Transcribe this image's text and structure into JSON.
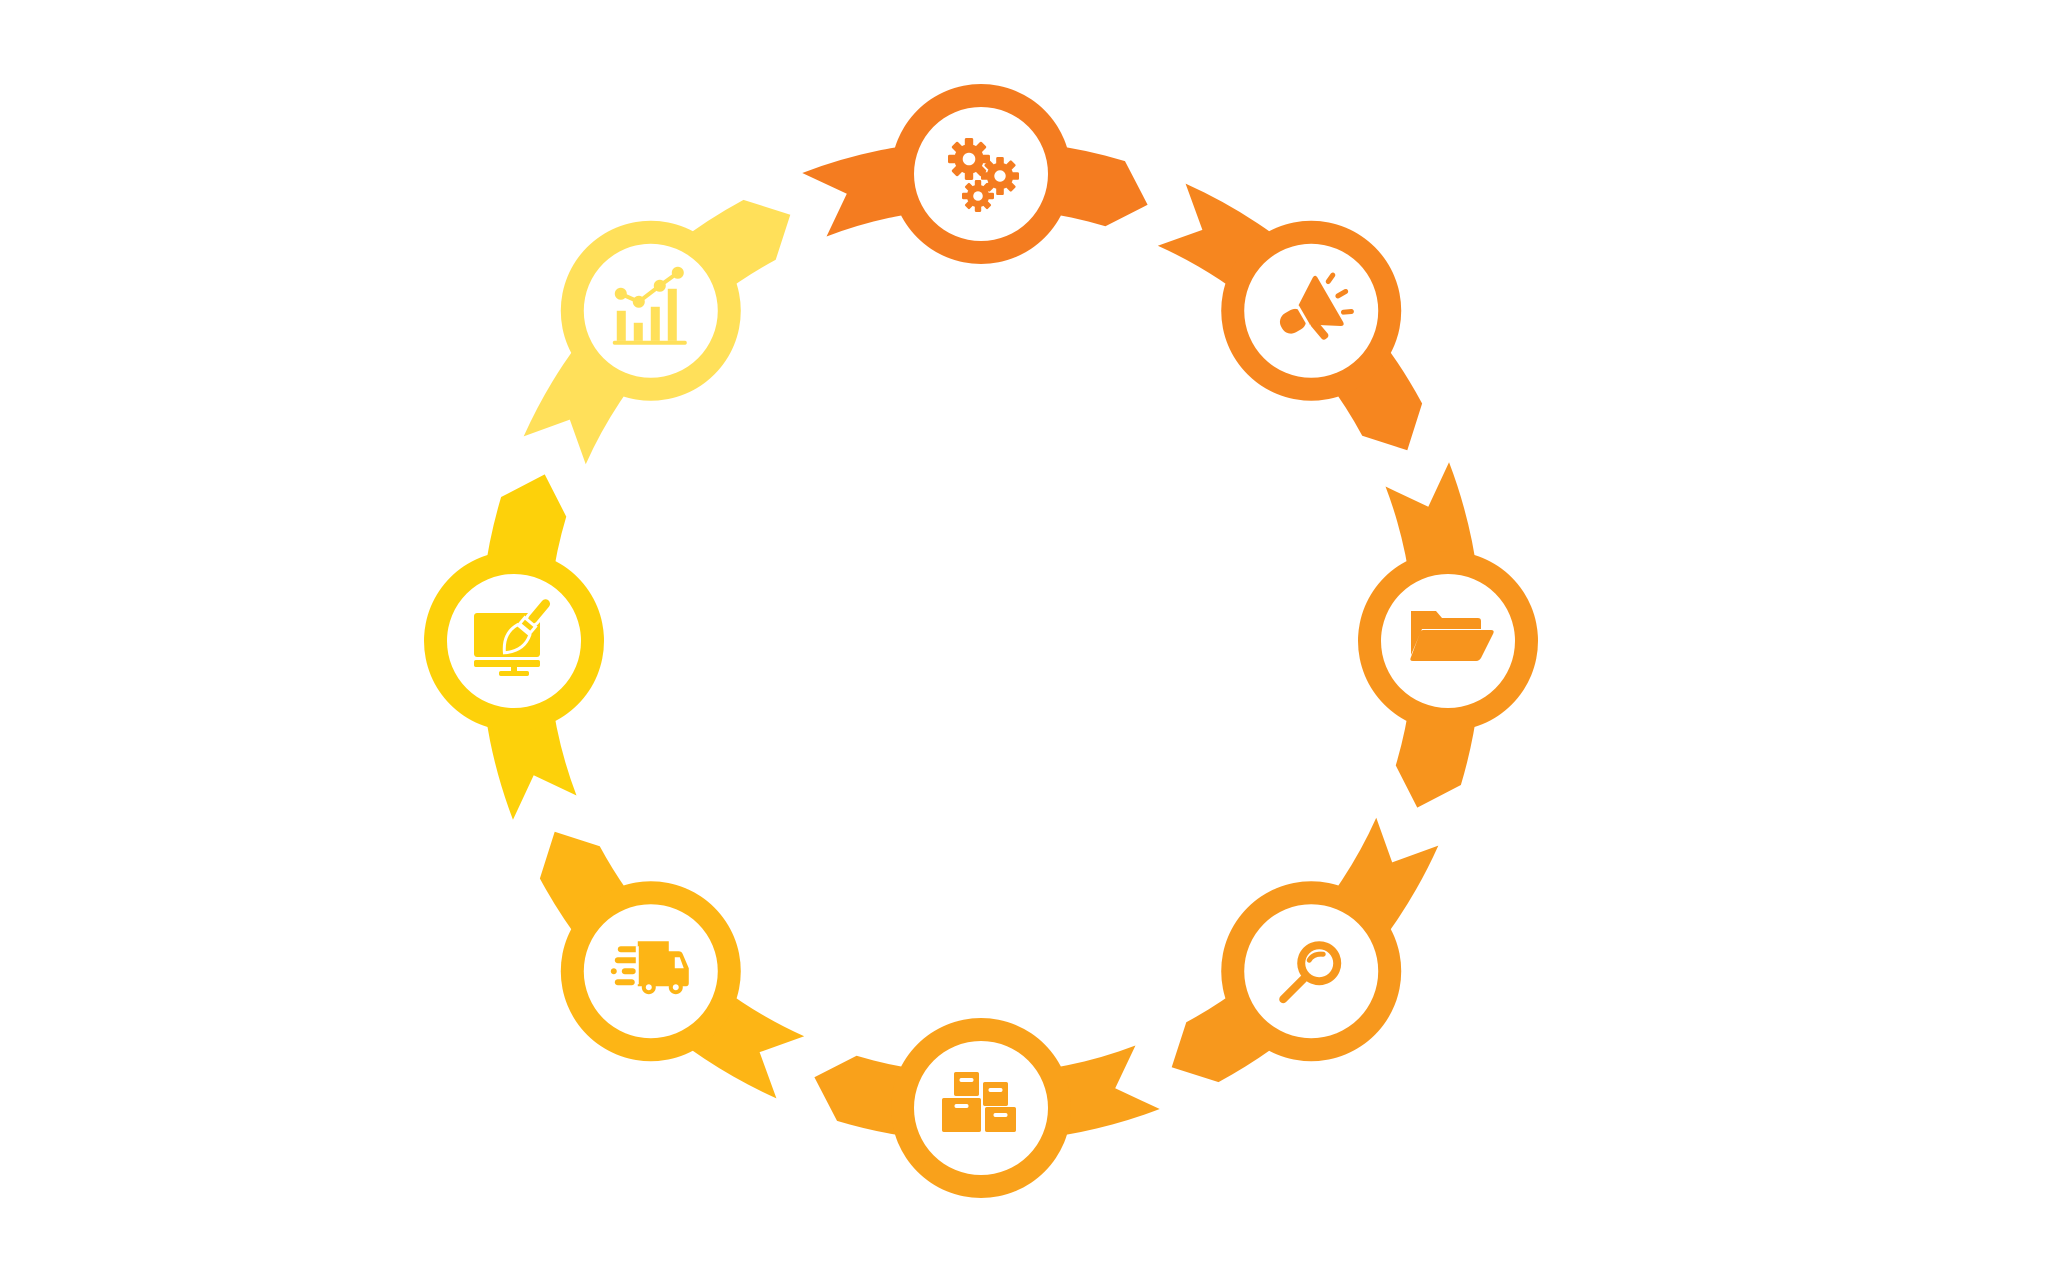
{
  "diagram": {
    "type": "cycle",
    "direction": "clockwise",
    "background": "#FFFFFF",
    "inner_circle_fill": "#FFFFFF",
    "steps": [
      {
        "name": "settings",
        "icon": "gears-icon",
        "color": "#F47C20"
      },
      {
        "name": "marketing",
        "icon": "megaphone-icon",
        "color": "#F6861F"
      },
      {
        "name": "files",
        "icon": "folder-open-icon",
        "color": "#F7941D"
      },
      {
        "name": "research",
        "icon": "magnifier-icon",
        "color": "#F7981D"
      },
      {
        "name": "inventory",
        "icon": "boxes-icon",
        "color": "#F9A11B"
      },
      {
        "name": "delivery",
        "icon": "delivery-truck-icon",
        "color": "#FDB515"
      },
      {
        "name": "design",
        "icon": "monitor-brush-icon",
        "color": "#FDD10A"
      },
      {
        "name": "analytics",
        "icon": "growth-chart-icon",
        "color": "#FFE05A"
      }
    ]
  }
}
